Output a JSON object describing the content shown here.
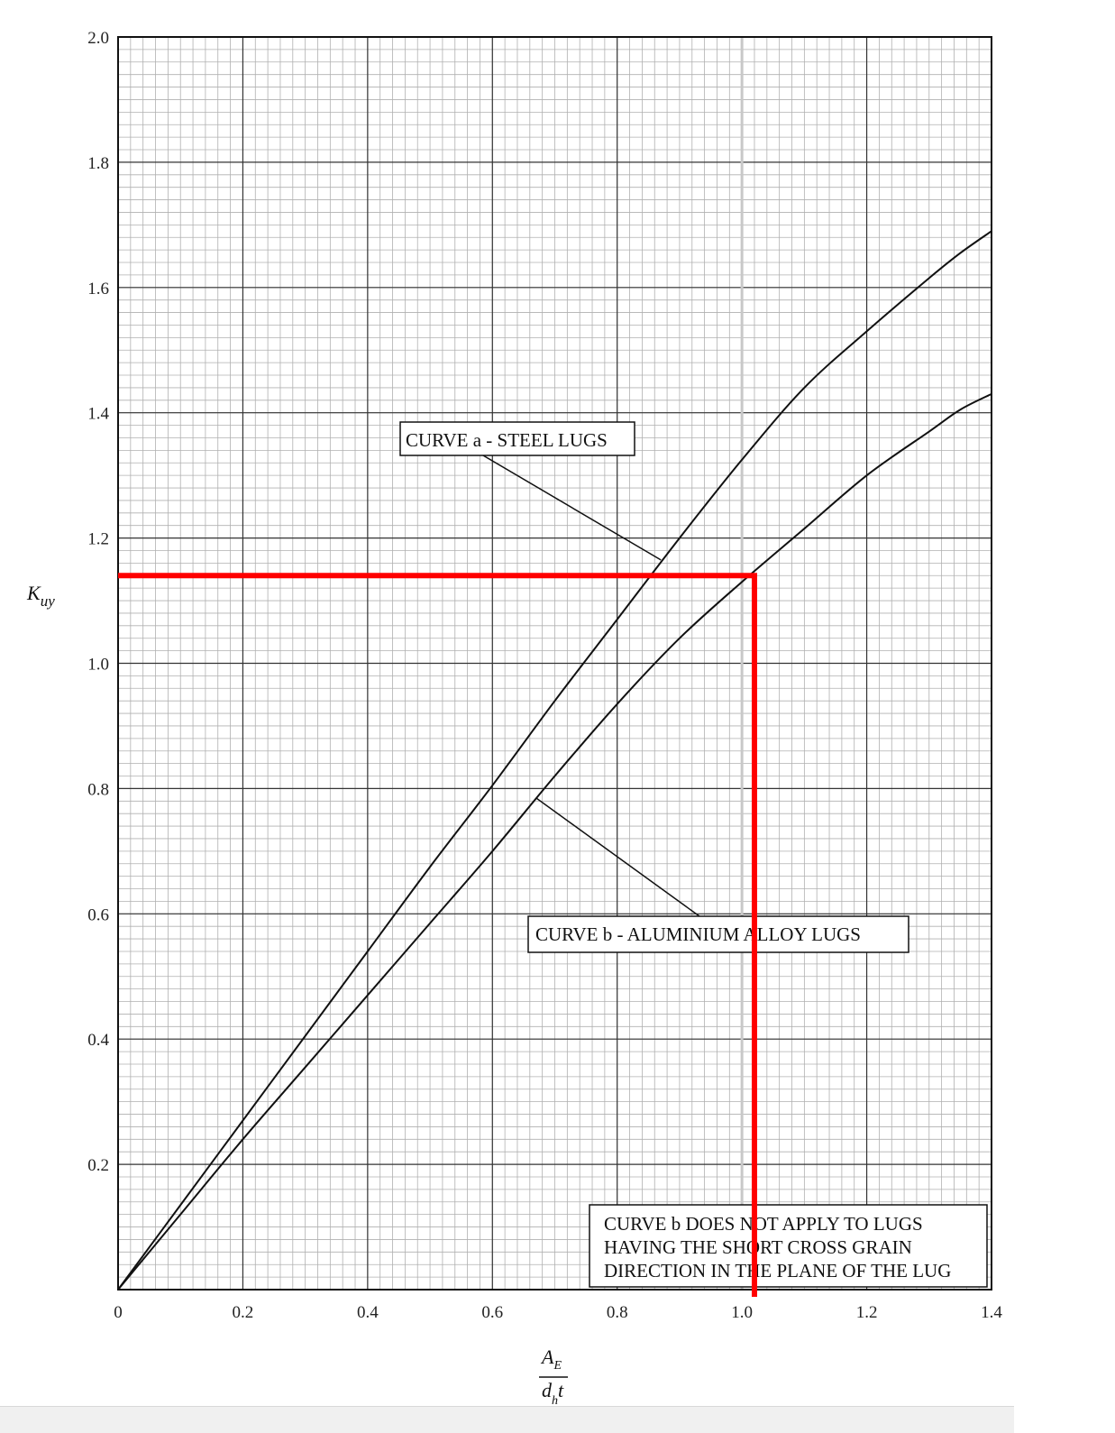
{
  "chart_data": {
    "type": "line",
    "xlabel": {
      "numerator": "A",
      "numerator_sub": "E",
      "denominator": "d",
      "denominator_sub": "h",
      "denominator_tail": "t"
    },
    "ylabel": {
      "main": "K",
      "sub": "uy"
    },
    "xlim": [
      0,
      1.4
    ],
    "ylim": [
      0,
      2.0
    ],
    "x_ticks": [
      0,
      0.2,
      0.4,
      0.6,
      0.8,
      1.0,
      1.2,
      1.4
    ],
    "x_tick_labels": [
      "0",
      "0.2",
      "0.4",
      "0.6",
      "0.8",
      "1.0",
      "1.2",
      "1.4"
    ],
    "y_ticks": [
      0.2,
      0.4,
      0.6,
      0.8,
      1.0,
      1.2,
      1.4,
      1.6,
      1.8,
      2.0
    ],
    "y_tick_labels": [
      "0.2",
      "0.4",
      "0.6",
      "0.8",
      "1.0",
      "1.2",
      "1.4",
      "1.6",
      "1.8",
      "2.0"
    ],
    "grid": {
      "major": true,
      "minor": true,
      "minor_step": 0.02
    },
    "series": [
      {
        "id": "curve-a",
        "x": [
          0,
          0.1,
          0.2,
          0.3,
          0.4,
          0.5,
          0.6,
          0.7,
          0.8,
          0.9,
          1.0,
          1.1,
          1.2,
          1.3,
          1.35,
          1.4
        ],
        "y": [
          0,
          0.135,
          0.27,
          0.405,
          0.54,
          0.675,
          0.805,
          0.94,
          1.07,
          1.2,
          1.325,
          1.44,
          1.53,
          1.615,
          1.655,
          1.69
        ]
      },
      {
        "id": "curve-b",
        "x": [
          0,
          0.1,
          0.2,
          0.3,
          0.4,
          0.5,
          0.6,
          0.7,
          0.8,
          0.9,
          1.0,
          1.1,
          1.2,
          1.3,
          1.35,
          1.4
        ],
        "y": [
          0,
          0.12,
          0.24,
          0.355,
          0.47,
          0.585,
          0.7,
          0.82,
          0.935,
          1.04,
          1.13,
          1.215,
          1.3,
          1.37,
          1.405,
          1.43
        ]
      }
    ],
    "annotations": [
      {
        "id": "label-a",
        "text": "CURVE a - STEEL LUGS",
        "points_to": [
          0.87,
          1.165
        ]
      },
      {
        "id": "label-b",
        "text": "CURVE b - ALUMINIUM ALLOY LUGS",
        "points_to": [
          0.67,
          0.785
        ]
      }
    ],
    "note_lines": [
      "CURVE b DOES NOT APPLY TO LUGS",
      "HAVING THE SHORT CROSS GRAIN",
      "DIRECTION IN THE PLANE OF THE LUG"
    ],
    "reference_vline_x": 1.0,
    "highlight": {
      "x": 1.02,
      "y": 1.14,
      "color": "#ff0000"
    },
    "colors": {
      "curve": "#111111",
      "major_grid": "#333333",
      "minor_grid": "#b0b0b0",
      "reference": "#c8c8c8"
    }
  }
}
